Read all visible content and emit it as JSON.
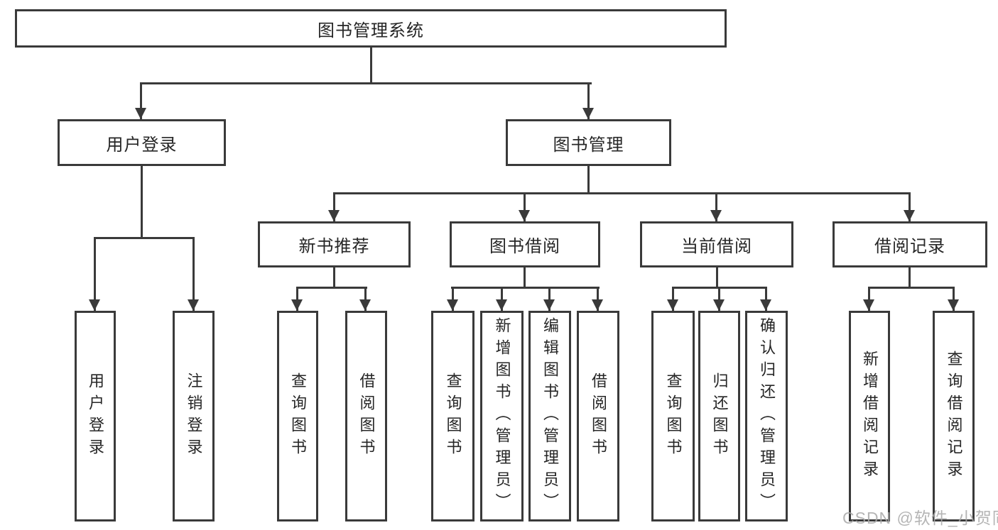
{
  "colors": {
    "line": "#3a3a3a",
    "text": "#262626",
    "box_background": "#ffffff",
    "background": "#ffffff",
    "watermark": "#a9a9a9"
  },
  "watermark": {
    "text": "CSDN @软件_小贺同学"
  },
  "tree": {
    "label": "图书管理系统",
    "children": [
      {
        "label": "用户登录",
        "children": [
          {
            "label": "用户登录"
          },
          {
            "label": "注销登录"
          }
        ]
      },
      {
        "label": "图书管理",
        "children": [
          {
            "label": "新书推荐",
            "children": [
              {
                "label": "查询图书"
              },
              {
                "label": "借阅图书"
              }
            ]
          },
          {
            "label": "图书借阅",
            "children": [
              {
                "label": "查询图书"
              },
              {
                "label": "新增图书（管理员）"
              },
              {
                "label": "编辑图书（管理员）"
              },
              {
                "label": "借阅图书"
              }
            ]
          },
          {
            "label": "当前借阅",
            "children": [
              {
                "label": "查询图书"
              },
              {
                "label": "归还图书"
              },
              {
                "label": "确认归还（管理员）"
              }
            ]
          },
          {
            "label": "借阅记录",
            "children": [
              {
                "label": "新增借阅记录"
              },
              {
                "label": "查询借阅记录"
              }
            ]
          }
        ]
      }
    ]
  }
}
